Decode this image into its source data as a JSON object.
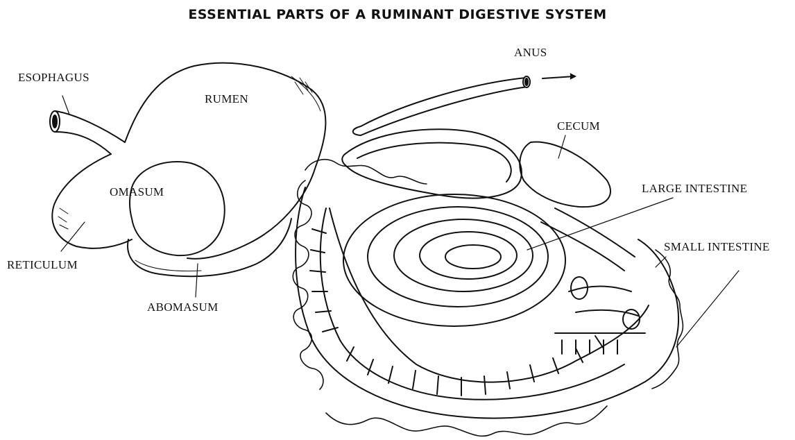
{
  "title": "ESSENTIAL PARTS OF A RUMINANT DIGESTIVE SYSTEM",
  "labels": {
    "esophagus": "ESOPHAGUS",
    "rumen": "RUMEN",
    "anus": "ANUS",
    "cecum": "CECUM",
    "omasum": "OMASUM",
    "reticulum": "RETICULUM",
    "abomasum": "ABOMASUM",
    "large_intestine": "LARGE INTESTINE",
    "small_intestine": "SMALL INTESTINE"
  },
  "colors": {
    "ink": "#111111",
    "background": "#ffffff"
  }
}
